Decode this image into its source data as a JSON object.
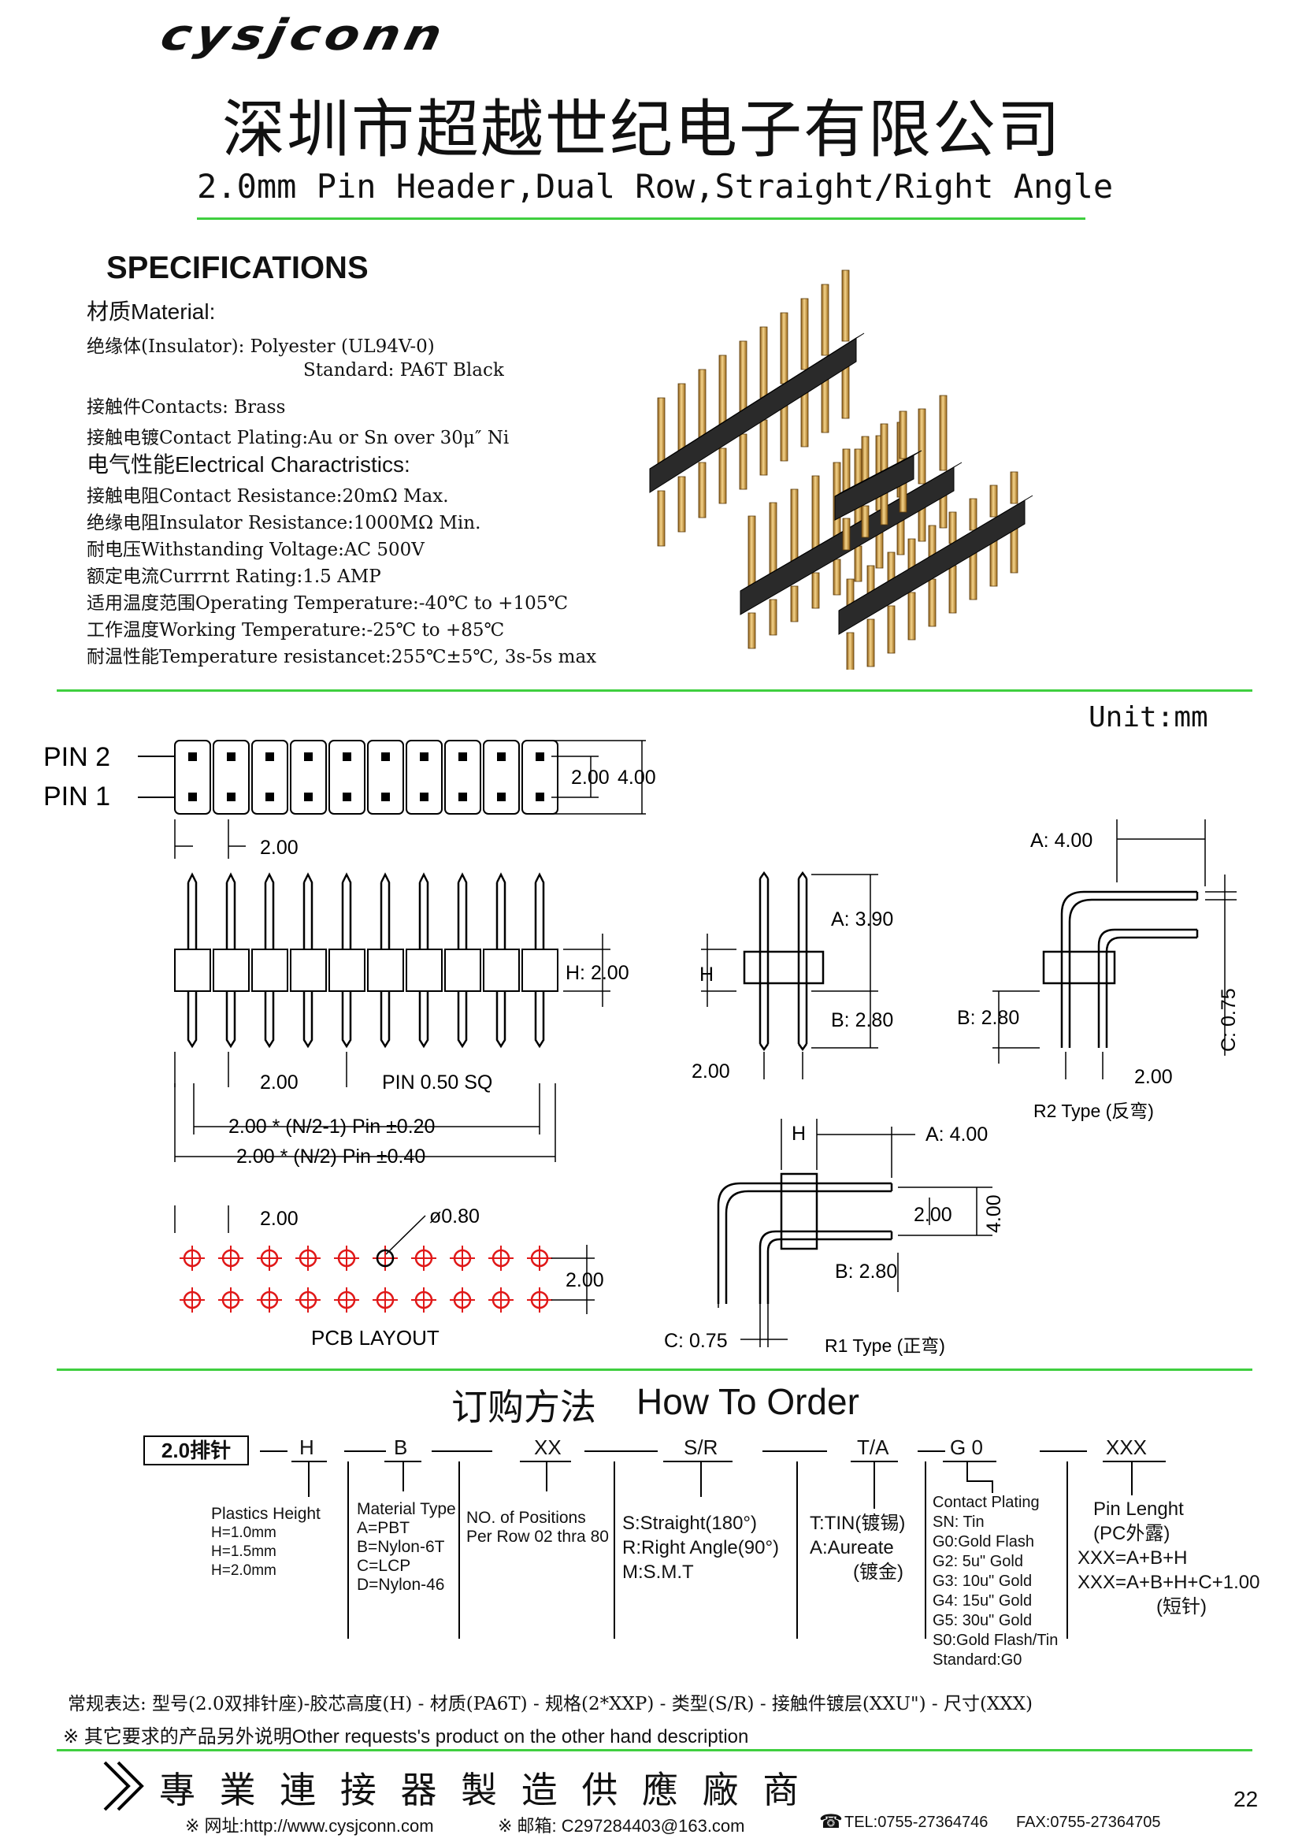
{
  "header": {
    "logo": "cysjconn",
    "company": "深圳市超越世纪电子有限公司",
    "product": "2.0mm Pin Header,Dual Row,Straight/Right Angle"
  },
  "specs": {
    "heading": "SPECIFICATIONS",
    "material_head": "材质Material:",
    "lines": [
      "绝缘体(Insulator):  Polyester (UL94V-0)",
      "Standard: PA6T Black",
      "接触件Contacts: Brass",
      "接触电镀Contact Plating:Au or Sn over 30μ″ Ni"
    ],
    "electrical_head": "电气性能Electrical Charactristics:",
    "elec_lines": [
      "接触电阻Contact Resistance:20mΩ  Max.",
      "绝缘电阻Insulator Resistance:1000MΩ  Min.",
      "耐电压Withstanding Voltage:AC 500V",
      "额定电流Currrnt Rating:1.5 AMP",
      "适用温度范围Operating Temperature:-40℃  to +105℃",
      "工作温度Working Temperature:-25℃  to +85℃",
      "耐温性能Temperature resistancet:255℃±5℃, 3s-5s max"
    ]
  },
  "drawing": {
    "unit": "Unit:mm",
    "pin2": "PIN 2",
    "pin1": "PIN 1",
    "d_200": "2.00",
    "d_400": "4.00",
    "h_label": "H: 2.00",
    "pin_sq": "PIN 0.50 SQ",
    "formula1": "2.00 * (N/2-1) Pin  ±0.20",
    "formula2": "2.00 * (N/2) Pin  ±0.40",
    "hole": "ø0.80",
    "pcb": "PCB LAYOUT",
    "a390": "A: 3.90",
    "h": "H",
    "b280": "B: 2.80",
    "a400": "A: 4.00",
    "c075": "C: 0.75",
    "r2": "R2 Type  (反弯)",
    "r1": "R1 Type  (正弯)"
  },
  "order": {
    "title_cn": "订购方法",
    "title_en": "How To Order",
    "code": "2.0排针",
    "fields": [
      "H",
      "B",
      "XX",
      "S/R",
      "T/A",
      "G 0",
      "XXX"
    ],
    "height": [
      "Plastics Height",
      "H=1.0mm",
      "H=1.5mm",
      "H=2.0mm"
    ],
    "material": [
      "Material Type",
      "A=PBT",
      "B=Nylon-6T",
      "C=LCP",
      "D=Nylon-46"
    ],
    "positions": [
      "NO. of Positions",
      "Per Row  02 thra 80"
    ],
    "type": [
      "S:Straight(180°)",
      "R:Right Angle(90°)",
      "M:S.M.T"
    ],
    "finish": [
      "T:TIN(镀锡)",
      "A:Aureate",
      "(镀金)"
    ],
    "plating": [
      "Contact Plating",
      "SN: Tin",
      "G0:Gold Flash",
      "G2:  5u\" Gold",
      "G3: 10u\" Gold",
      "G4: 15u\" Gold",
      "G5: 30u\" Gold",
      "S0:Gold Flash/Tin",
      "Standard:G0"
    ],
    "length": [
      "Pin Lenght",
      "(PC外露)",
      "XXX=A+B+H",
      "XXX=A+B+H+C+1.00",
      "(短针)"
    ],
    "expression": "常规表达: 型号(2.0双排针座)-胶芯高度(H) - 材质(PA6T) - 规格(2*XXP) - 类型(S/R) - 接触件镀层(XXU\") - 尺寸(XXX)",
    "note": "※ 其它要求的产品另外说明Other requests's product on the other hand description"
  },
  "footer": {
    "slogan": "專 業 連 接 器 製 造 供 應 廠 商",
    "web": "※ 网址:http://www.cysjconn.com",
    "mail": "※ 邮箱: C297284403@163.com",
    "tel": "TEL:0755-27364746",
    "fax": "FAX:0755-27364705",
    "page": "22"
  },
  "colors": {
    "rule": "#3fcf3f",
    "pad": "#e01818"
  }
}
